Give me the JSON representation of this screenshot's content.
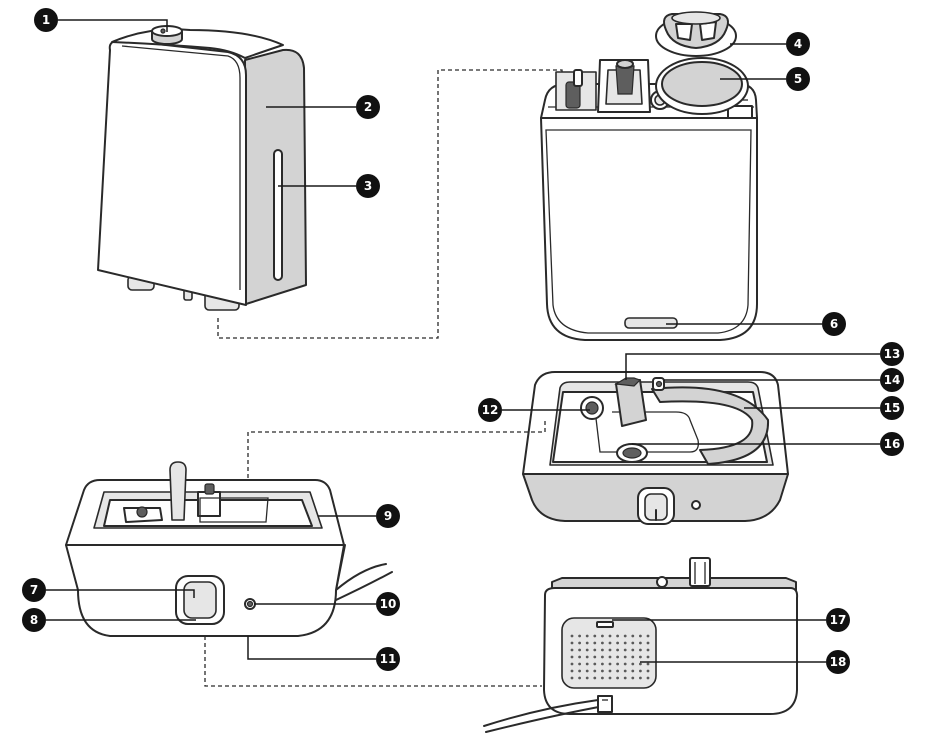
{
  "callouts": [
    {
      "n": "1"
    },
    {
      "n": "2"
    },
    {
      "n": "3"
    },
    {
      "n": "4"
    },
    {
      "n": "5"
    },
    {
      "n": "6"
    },
    {
      "n": "7"
    },
    {
      "n": "8"
    },
    {
      "n": "9"
    },
    {
      "n": "10"
    },
    {
      "n": "11"
    },
    {
      "n": "12"
    },
    {
      "n": "13"
    },
    {
      "n": "14"
    },
    {
      "n": "15"
    },
    {
      "n": "16"
    },
    {
      "n": "17"
    },
    {
      "n": "18"
    }
  ],
  "colors": {
    "ink": "#2a2a2a",
    "badge": "#111111",
    "tank_gray": "#d3d3d3",
    "light_gray": "#e6e6e6"
  }
}
